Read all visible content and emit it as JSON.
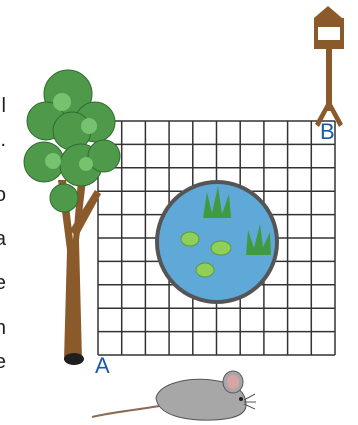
{
  "points": {
    "a": "A",
    "b": "B"
  },
  "clipped_text_lines": [
    "l",
    ".",
    "o",
    "a",
    "e",
    "n",
    "e"
  ],
  "icons": {
    "tree": "tree-icon",
    "birdhouse": "birdhouse-icon",
    "pond": "pond-icon",
    "mouse": "mouse-icon"
  },
  "grid": {
    "columns": 10,
    "rows": 10
  },
  "colors": {
    "pond_water": "#5fa9d8",
    "pond_border": "#555555",
    "grid_line": "#333333",
    "point_label": "#1a5aa6",
    "tree_leaves": "#4f9a4a",
    "tree_trunk": "#8a5a2b",
    "birdhouse": "#8a5a2b",
    "mouse": "#a7a7a7"
  }
}
